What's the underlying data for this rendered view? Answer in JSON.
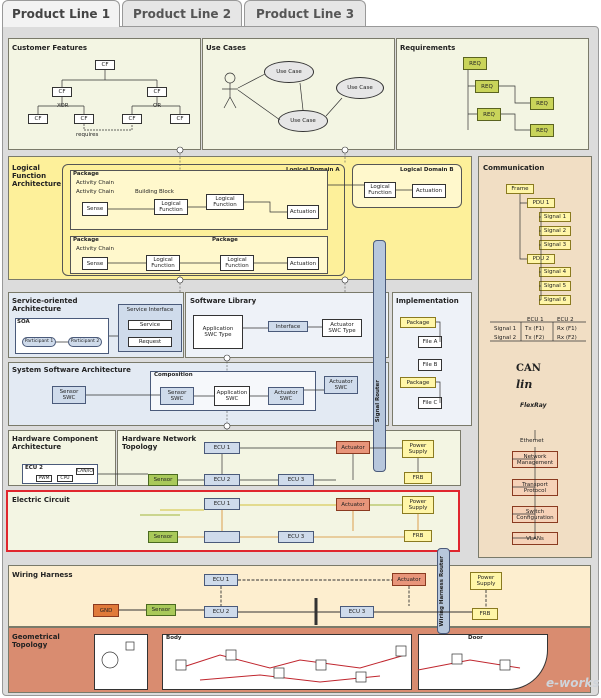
{
  "tabs": [
    "Product Line 1",
    "Product Line 2",
    "Product Line 3"
  ],
  "panels": {
    "customer_features": "Customer Features",
    "use_cases": "Use Cases",
    "requirements": "Requirements",
    "logical_function_architecture": "Logical\nFunction\nArchitecture",
    "communication": "Communication",
    "service_oriented": "Service-oriented\nArchitecture",
    "software_library": "Software Library",
    "implementation": "Implementation",
    "system_software": "System Software Architecture",
    "hw_component": "Hardware Component\nArchitecture",
    "hw_network": "Hardware Network\nTopology",
    "electric_circuit": "Electric Circuit",
    "wiring_harness": "Wiring Harness",
    "geometrical": "Geometrical\nTopology"
  },
  "cf": {
    "node": "CF",
    "xor": "XOR",
    "or": "OR",
    "requires": "requires"
  },
  "usecase": {
    "label": "Use Case"
  },
  "req": {
    "label": "REQ"
  },
  "logical": {
    "package": "Package",
    "activity_chain": "Activity Chain",
    "building_block": "Building Block",
    "domain_a": "Logical Domain A",
    "domain_b": "Logical Domain B",
    "sense": "Sense",
    "logical_function": "Logical\nFunction",
    "actuation": "Actuation"
  },
  "comm": {
    "frame": "Frame",
    "pdu1": "PDU 1",
    "pdu2": "PDU 2",
    "signals": [
      "Signal 1",
      "Signal 2",
      "Signal 3",
      "Signal 4",
      "Signal 5",
      "Signal 6"
    ],
    "table": {
      "ecu1": "ECU 1",
      "ecu2": "ECU 2",
      "rows": [
        [
          "Signal 1",
          "Tx (F1)",
          "Rx (F1)"
        ],
        [
          "Signal 2",
          "Tx (F2)",
          "Rx (F2)"
        ]
      ]
    },
    "bus": [
      "CAN",
      "lin",
      "FlexRay",
      "Ethernet"
    ],
    "eth_items": [
      "Network\nManagement",
      "Transport\nProtocol",
      "Switch\nConfiguration",
      "VLANs"
    ]
  },
  "soa": {
    "soa": "SOA",
    "service_interface": "Service Interface",
    "service": "Service",
    "request": "Request",
    "participant1": "Participant 1",
    "participant2": "Participant 2"
  },
  "swlib": {
    "app_swc_type": "Application\nSWC Type",
    "interface": "Interface",
    "actuator_swc_type": "Actuator\nSWC Type"
  },
  "impl": {
    "package": "Package",
    "file_a": "File A",
    "file_b": "File B",
    "file_c": "File C"
  },
  "syssw": {
    "sensor_swc": "Sensor\nSWC",
    "composition": "Composition",
    "app_swc": "Application\nSWC",
    "actuator_swc": "Actuator\nSWC"
  },
  "bars": {
    "signal_router": "Signal Router",
    "wiring_router": "Wiring Harness Router"
  },
  "hw": {
    "ecu2": "ECU 2",
    "pwm": "PWM",
    "cpu": "CPU",
    "can": "CAN/IO",
    "ecu1": "ECU 1",
    "ecu3": "ECU 3",
    "sensor": "Sensor",
    "actuator": "Actuator",
    "power": "Power\nSupply",
    "frb": "FRB",
    "gnd": "GND"
  },
  "geo": {
    "body": "Body",
    "door": "Door"
  },
  "watermark": "e-works"
}
